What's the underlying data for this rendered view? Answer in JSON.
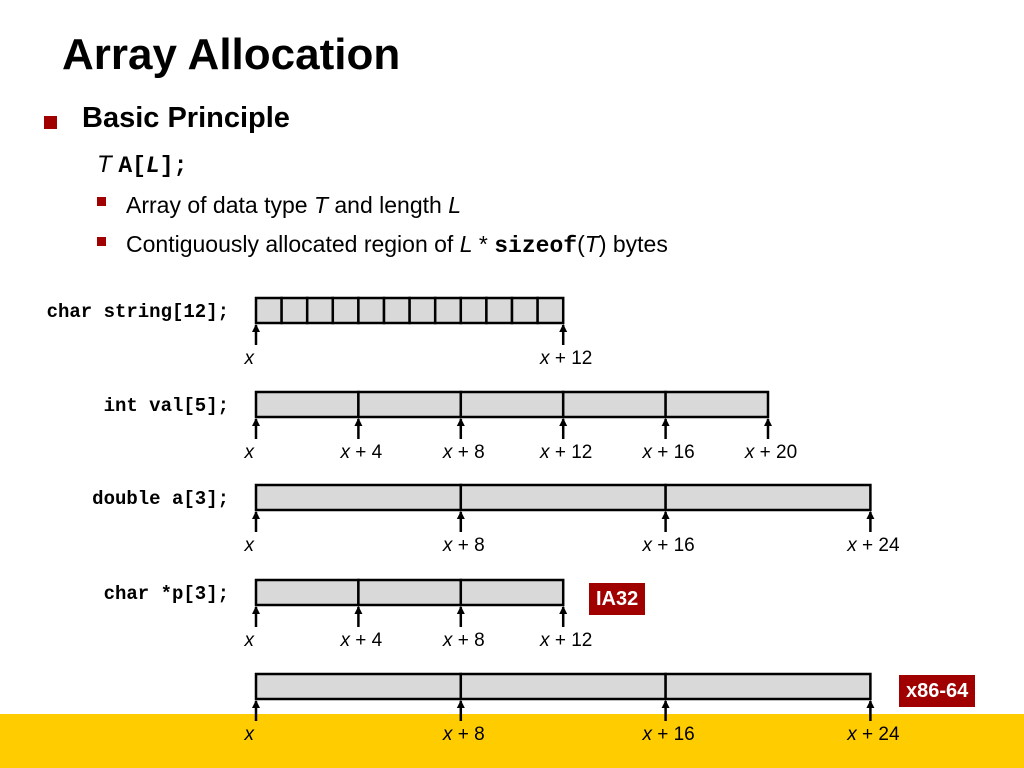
{
  "slide": {
    "title": "Array Allocation",
    "bullet": "Basic Principle",
    "declaration": {
      "type": "T",
      "name": "A[",
      "len": "L",
      "end": "];"
    },
    "sub_bullets": [
      {
        "pre": "Array of data type ",
        "i1": "T",
        "mid": " and length ",
        "i2": "L"
      },
      {
        "pre": "Contiguously allocated region of ",
        "i1": "L",
        "op": " * ",
        "code": "sizeof",
        "lp": "(",
        "i2": "T",
        "rp": ")",
        "post": " bytes"
      }
    ]
  },
  "badges": {
    "ia32": "IA32",
    "x86_64": "x86-64"
  },
  "diagram": {
    "rows": [
      {
        "label": "char string[12];",
        "cells": 12,
        "total": 12,
        "labels": [
          {
            "offset": 0,
            "text": "x"
          },
          {
            "offset": 12,
            "text": "x + 12"
          }
        ]
      },
      {
        "label": "int val[5];",
        "cells": 5,
        "total": 20,
        "labels": [
          {
            "offset": 0,
            "text": "x"
          },
          {
            "offset": 4,
            "text": "x + 4"
          },
          {
            "offset": 8,
            "text": "x + 8"
          },
          {
            "offset": 12,
            "text": "x + 12"
          },
          {
            "offset": 16,
            "text": "x + 16"
          },
          {
            "offset": 20,
            "text": "x + 20"
          }
        ]
      },
      {
        "label": "double a[3];",
        "cells": 3,
        "total": 24,
        "labels": [
          {
            "offset": 0,
            "text": "x"
          },
          {
            "offset": 8,
            "text": "x + 8"
          },
          {
            "offset": 16,
            "text": "x + 16"
          },
          {
            "offset": 24,
            "text": "x + 24"
          }
        ]
      },
      {
        "label": "char *p[3];",
        "cells": 3,
        "total": 12,
        "labels": [
          {
            "offset": 0,
            "text": "x"
          },
          {
            "offset": 4,
            "text": "x + 4"
          },
          {
            "offset": 8,
            "text": "x + 8"
          },
          {
            "offset": 12,
            "text": "x + 12"
          }
        ]
      },
      {
        "label": "",
        "cells": 3,
        "total": 24,
        "labels": [
          {
            "offset": 0,
            "text": "x"
          },
          {
            "offset": 8,
            "text": "x + 8"
          },
          {
            "offset": 16,
            "text": "x + 16"
          },
          {
            "offset": 24,
            "text": "x + 24"
          }
        ]
      }
    ]
  },
  "colors": {
    "accent": "#a00000",
    "band": "#ffcc00",
    "cell_fill": "#d9d9d9"
  }
}
